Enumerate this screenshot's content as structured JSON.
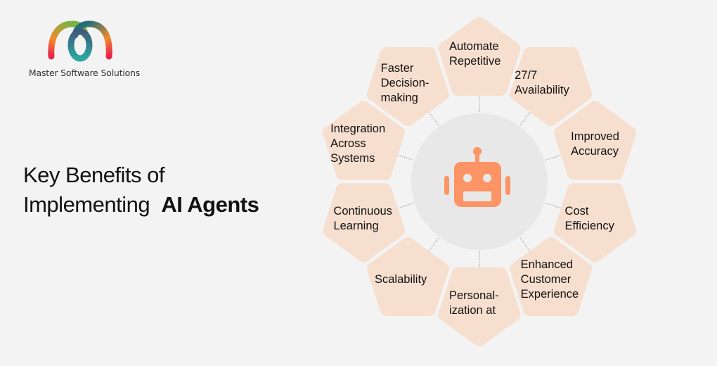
{
  "logo": {
    "brand_name": "Master Software Solutions"
  },
  "title": {
    "line1": "Key Benefits of",
    "line2_regular": "Implementing",
    "line2_bold": "AI Agents"
  },
  "center": {
    "icon": "robot-icon"
  },
  "colors": {
    "background": "#f3f3f3",
    "circle": "#e8e8e8",
    "pentagon": "#f7dfcf",
    "robot": "#fc9465"
  },
  "benefits": [
    {
      "label": "Automate\nRepetitive"
    },
    {
      "label": "27/7\nAvailability"
    },
    {
      "label": "Improved\nAccuracy"
    },
    {
      "label": "Cost\nEfficiency"
    },
    {
      "label": "Enhanced\nCustomer\nExperience"
    },
    {
      "label": "Personal-\nization at"
    },
    {
      "label": "Scalability"
    },
    {
      "label": "Continuous\nLearning"
    },
    {
      "label": "Integration\nAcross\nSystems"
    },
    {
      "label": "Faster\nDecision-\nmaking"
    }
  ]
}
